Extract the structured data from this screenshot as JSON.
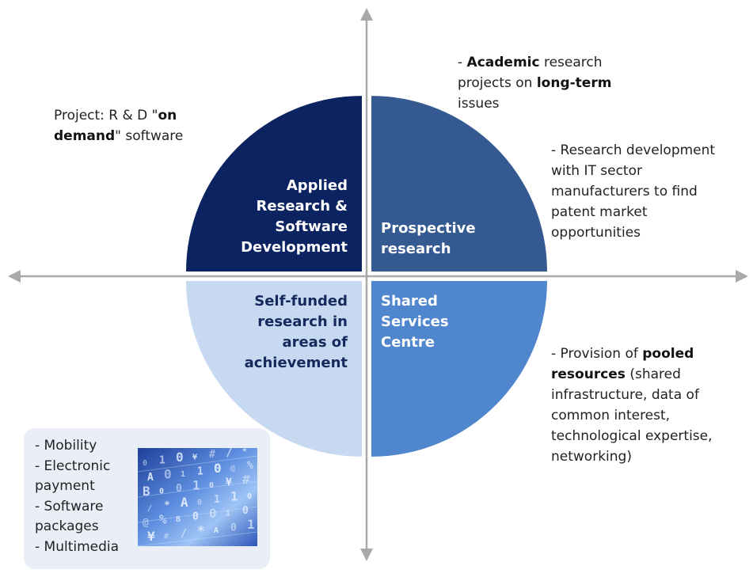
{
  "colors": {
    "applied": "#0b2360",
    "prospective": "#355a91",
    "shared": "#4f86ce",
    "self_funded": "#c6d9f0",
    "axis": "#a9a9a9",
    "topics_box": "#eaeff7"
  },
  "quadrants": {
    "applied": [
      "Applied",
      "Research &",
      "Software",
      "Development"
    ],
    "prospective": [
      "Prospective",
      "research"
    ],
    "self_funded": [
      "Self-funded",
      "research in",
      "areas of",
      "achievement"
    ],
    "shared": [
      "Shared",
      "Services",
      "Centre"
    ]
  },
  "annotations": {
    "top_left": {
      "l1": "Project: R & D \"",
      "l1_bold": "on",
      "l2_bold": "demand",
      "l2": "\" software"
    },
    "top_right_1": {
      "l1_pre": "- ",
      "l1_bold": "Academic",
      "l1_post": " research",
      "l2_pre": "projects on ",
      "l2_bold": "long-term",
      "l3": "issues"
    },
    "top_right_2": [
      "- Research development",
      "with IT sector",
      "manufacturers to find",
      "patent market",
      "opportunities"
    ],
    "bottom_right": {
      "l1_pre": "- Provision of ",
      "l1_bold": "pooled",
      "l2_bold": "resources",
      "l2_post": " (shared",
      "rest": [
        "infrastructure, data of",
        "common interest,",
        "technological expertise,",
        "networking)"
      ]
    }
  },
  "topics": [
    "- Mobility",
    "- Electronic",
    "payment",
    "- Software",
    "packages",
    "- Multimedia"
  ],
  "photo": {
    "icon": "binary-code-photo",
    "glyphs": [
      "0",
      "1",
      "0",
      "¥",
      "#",
      "/",
      "*",
      "A",
      "0",
      "1",
      "1",
      "0",
      "@",
      "%",
      "B",
      "0"
    ]
  }
}
